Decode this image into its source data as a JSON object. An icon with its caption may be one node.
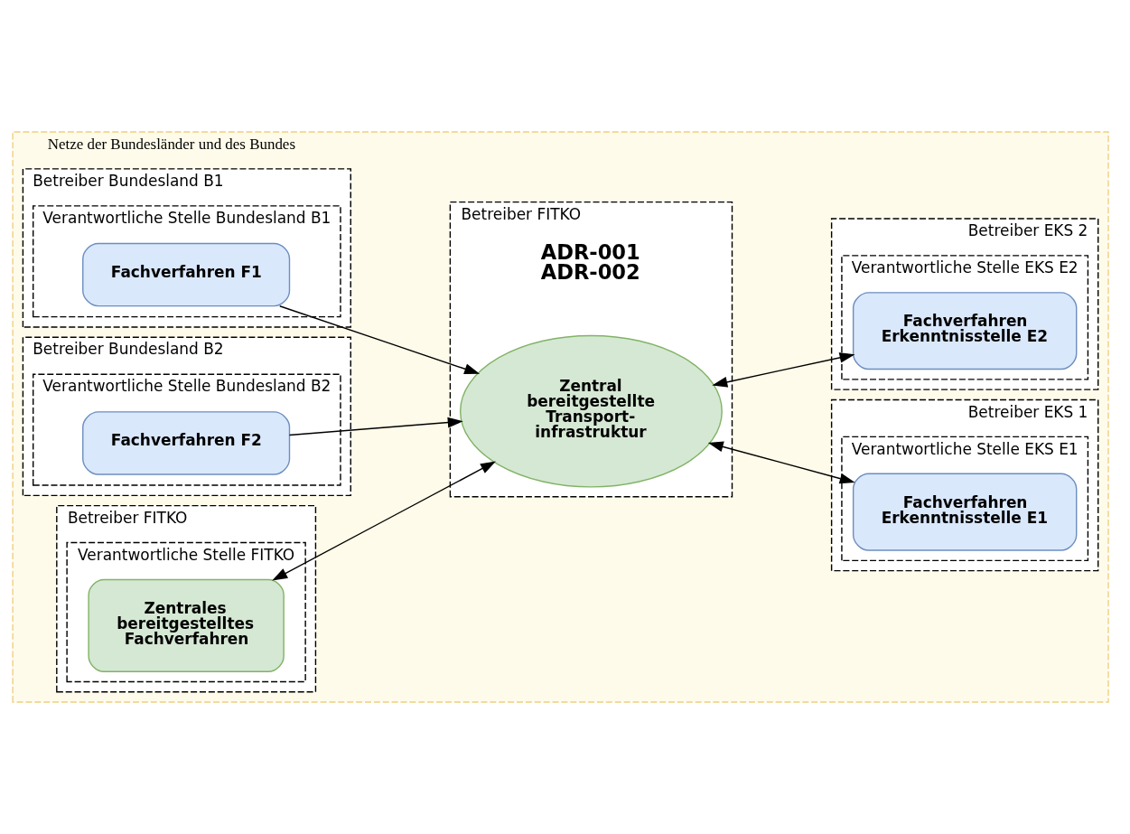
{
  "diagram": {
    "nodes": [
      {
        "text": [
          "Netze der Bundesländer und des Bundes"
        ]
      },
      {
        "text": [
          "Betreiber Bundesland B1"
        ],
        "in": 0
      },
      {
        "text": [
          "Verantwortliche Stelle Bundesland B1"
        ],
        "in": 1
      },
      {
        "text": [
          "Fachverfahren F1"
        ],
        "in": 2
      },
      {
        "text": [
          "Betreiber Bundesland B2"
        ],
        "in": 0
      },
      {
        "text": [
          "Verantwortliche Stelle Bundesland B2"
        ],
        "in": 4
      },
      {
        "text": [
          "Fachverfahren F2"
        ],
        "in": 5
      },
      {
        "text": [
          "Betreiber FITKO"
        ],
        "in": 0
      },
      {
        "text": [
          "Verantwortliche Stelle FITKO"
        ],
        "in": 7
      },
      {
        "text": [
          "Zentrales bereitgestelltes Fachverfahren"
        ],
        "in": 8
      },
      {
        "text": [
          "Betreiber FITKO"
        ],
        "in": 0
      },
      {
        "text": [
          "Zentral bereitgestellte Transport- infrastruktur"
        ],
        "in": 10,
        "beside": [
          "ADR-001 ADR-002"
        ]
      },
      {
        "text": [
          "Betreiber EKS 1"
        ],
        "in": 0
      },
      {
        "text": [
          "Verantwortliche Stelle EKS E1"
        ],
        "in": 12
      },
      {
        "text": [
          "Fachverfahren Erkenntnisstelle E1"
        ],
        "in": 13
      },
      {
        "text": [
          "Betreiber EKS 2"
        ],
        "in": 0
      },
      {
        "text": [
          "Verantwortliche Stelle EKS E2"
        ],
        "in": 15
      },
      {
        "text": [
          "Fachverfahren Erkenntnisstelle E2"
        ],
        "in": 16
      }
    ],
    "edges": [
      {
        "from": 3,
        "to": 11,
        "arrow": "to"
      },
      {
        "from": 6,
        "to": 11,
        "arrow": "to"
      },
      {
        "from": 11,
        "to": 9,
        "arrow": "both"
      },
      {
        "from": 11,
        "to": 14,
        "arrow": "both"
      },
      {
        "from": 11,
        "to": 17,
        "arrow": "both"
      }
    ]
  }
}
